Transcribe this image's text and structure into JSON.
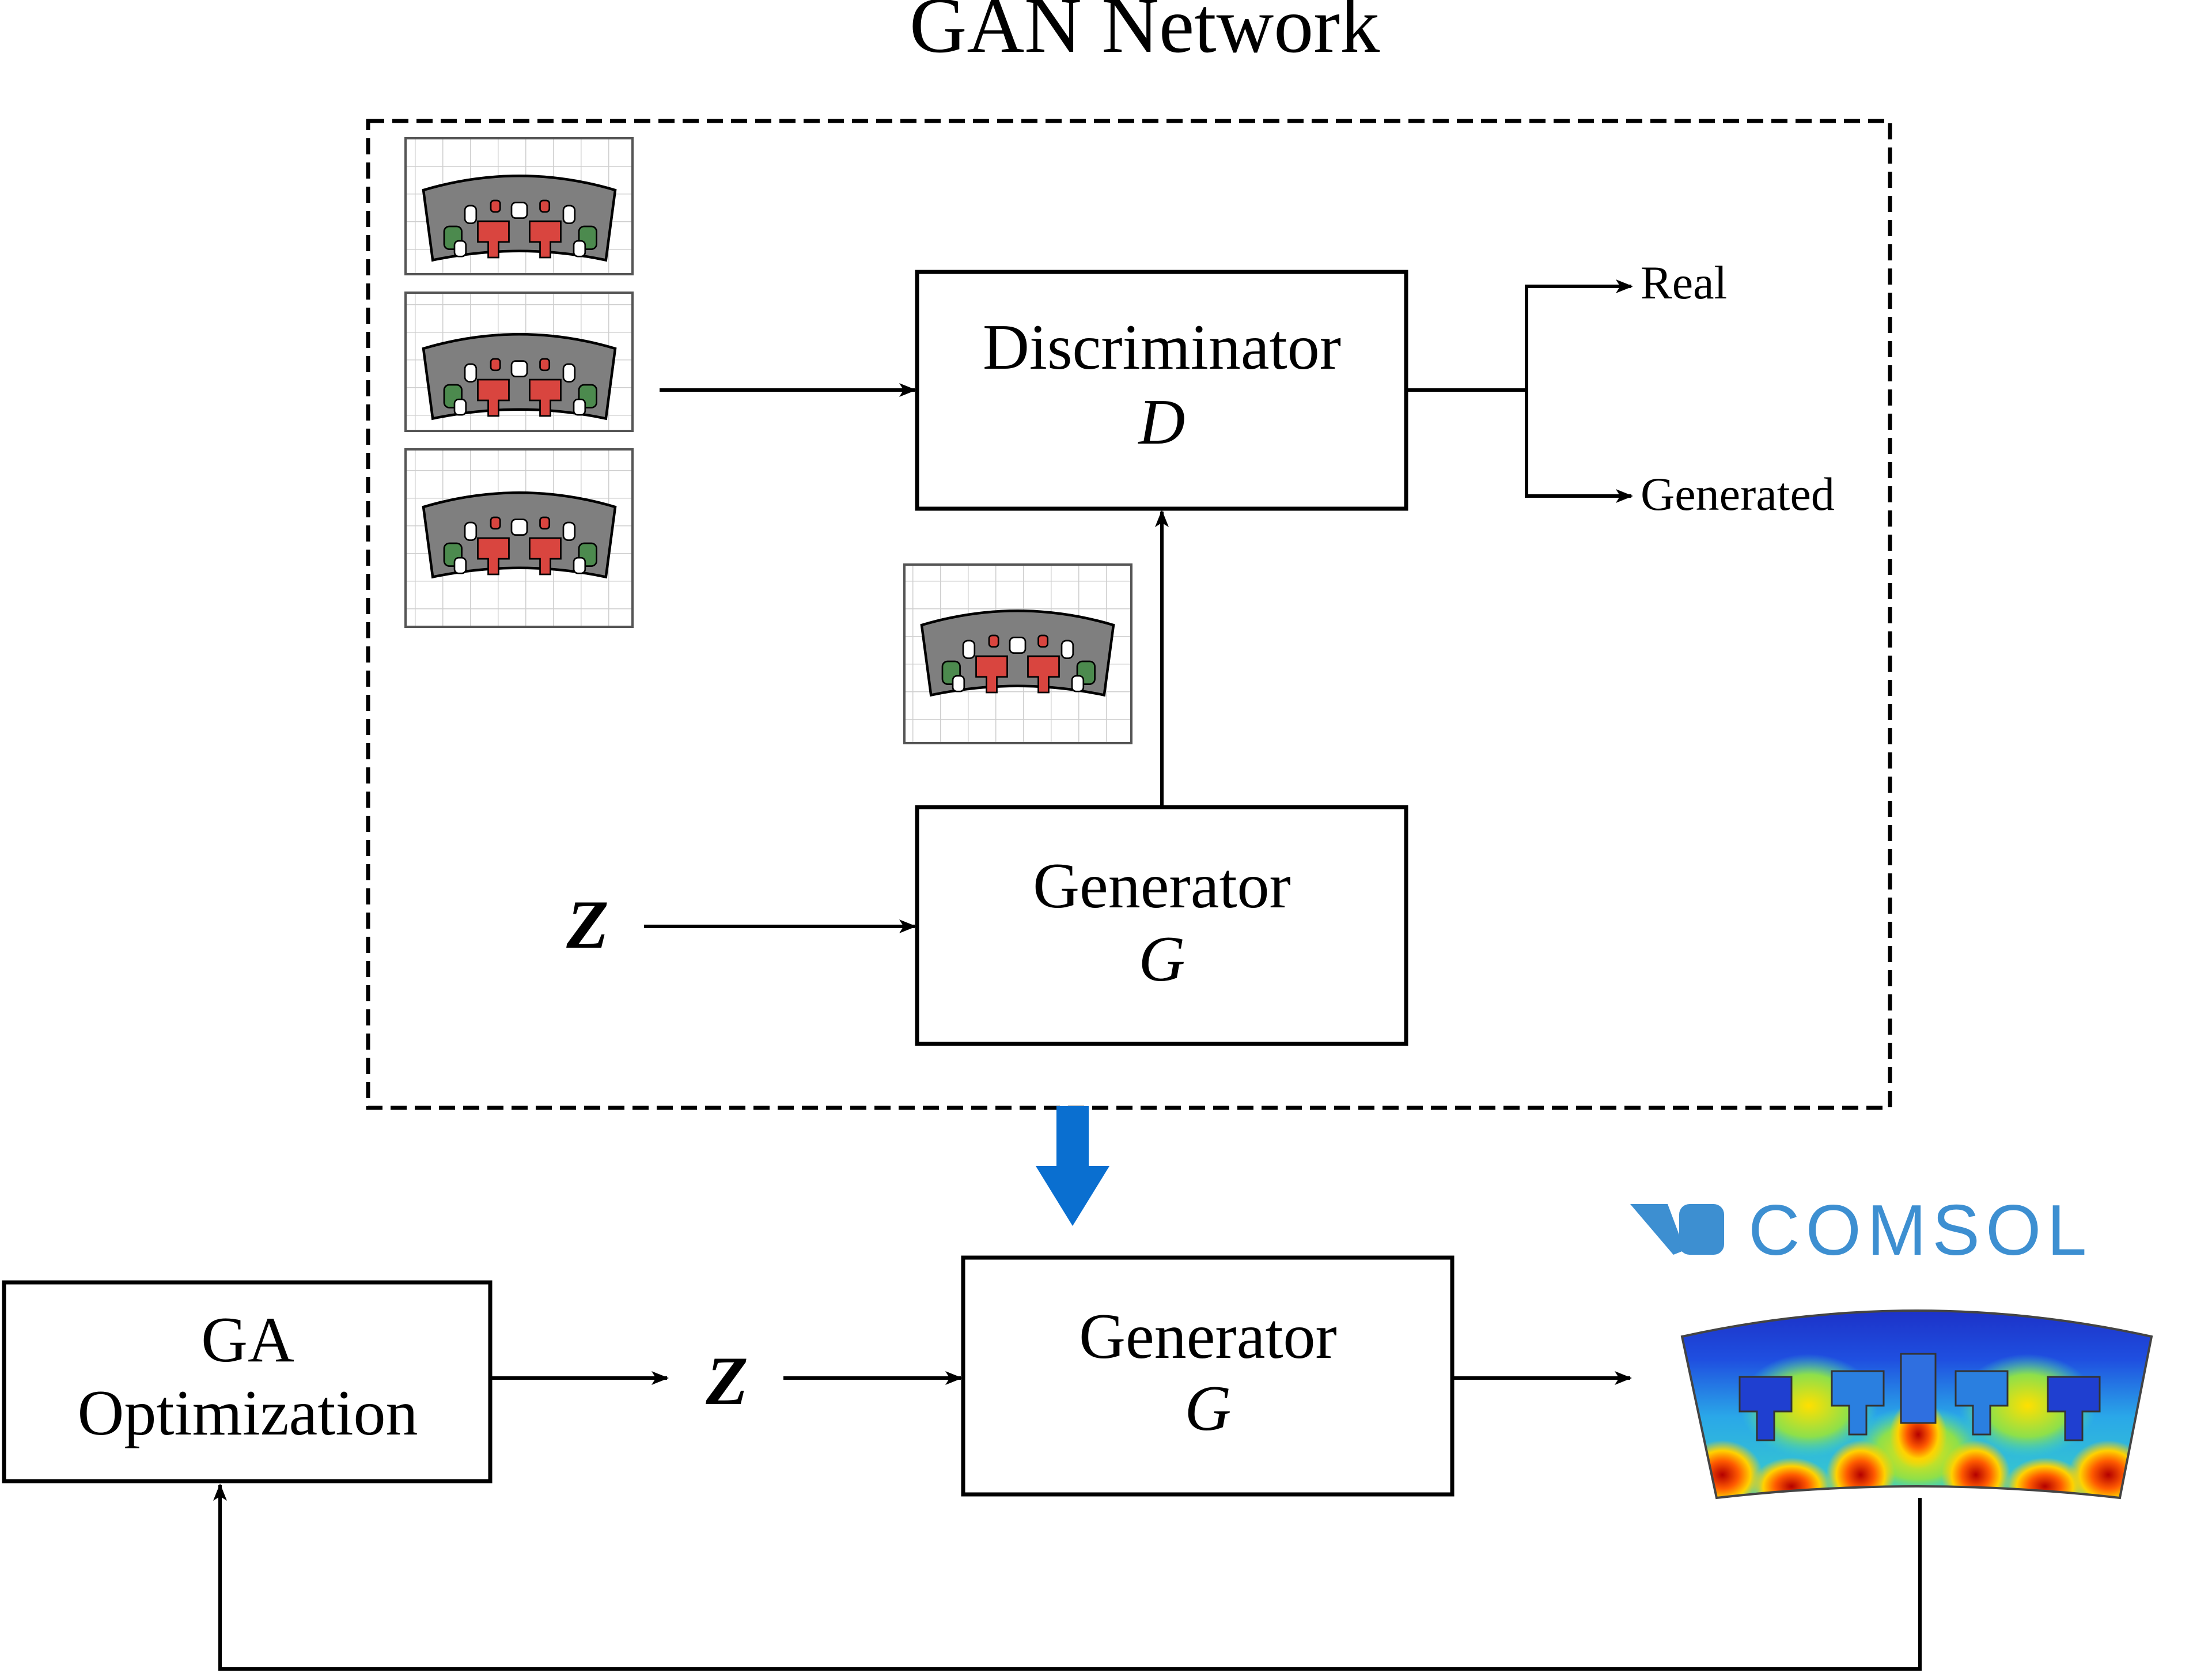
{
  "title": "GAN Network",
  "discriminator": {
    "name": "Discriminator",
    "symbol": "D"
  },
  "generator_top": {
    "name": "Generator",
    "symbol": "G"
  },
  "generator_bottom": {
    "name": "Generator",
    "symbol": "G"
  },
  "latent_top": "Z",
  "latent_bottom": "Z",
  "outputs": {
    "real": "Real",
    "generated": "Generated"
  },
  "ga_box": {
    "line1": "GA",
    "line2": "Optimization"
  },
  "logo": {
    "text": "COMSOL",
    "color": "#3d8fd1"
  },
  "colors": {
    "arrow_blue": "#0a6fd0",
    "material_gray": "#7f7f7f",
    "magnet_red": "#d9453f",
    "magnet_green": "#4c8a4e"
  },
  "icons": [
    "real-sample-thumbnail",
    "generated-sample-thumbnail",
    "fem-field-plot",
    "comsol-logo-icon",
    "down-arrow-icon"
  ]
}
